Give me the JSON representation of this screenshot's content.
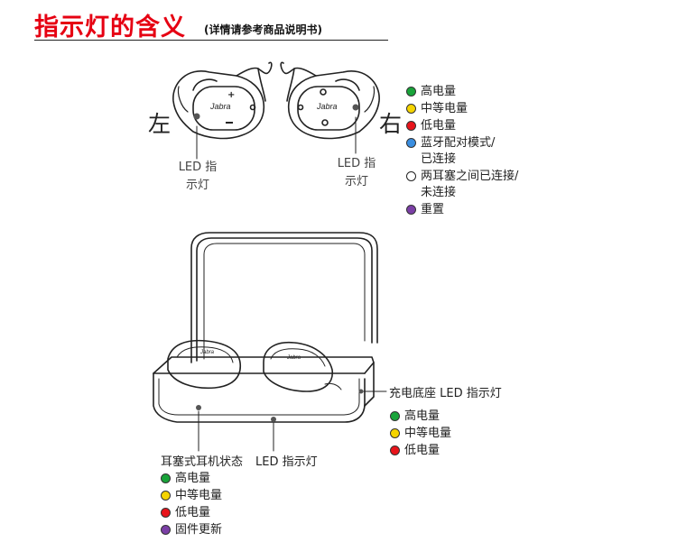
{
  "header": {
    "title": "指示灯的含义",
    "subtitle": "(详情请参考商品说明书)"
  },
  "earbuds": {
    "left_label": "左",
    "right_label": "右",
    "left_led_label": [
      "LED 指",
      "示灯"
    ],
    "right_led_label": [
      "LED 指",
      "示灯"
    ],
    "brand": "Jabra",
    "legend": [
      {
        "color": "#19a43a",
        "lines": [
          "高电量"
        ]
      },
      {
        "color": "#f5d400",
        "lines": [
          "中等电量"
        ]
      },
      {
        "color": "#e8141b",
        "lines": [
          "低电量"
        ]
      },
      {
        "color": "#3a8ee0",
        "lines": [
          "蓝牙配对模式/",
          "已连接"
        ]
      },
      {
        "color": "#ffffff",
        "lines": [
          "两耳塞之间已连接/",
          "未连接"
        ]
      },
      {
        "color": "#7b3fa6",
        "lines": [
          "重置"
        ]
      }
    ]
  },
  "case": {
    "base_led_callout": "充电底座 LED 指示灯",
    "base_legend": [
      {
        "color": "#19a43a",
        "label": "高电量"
      },
      {
        "color": "#f5d400",
        "label": "中等电量"
      },
      {
        "color": "#e8141b",
        "label": "低电量"
      }
    ],
    "status_callout": "耳塞式耳机状态",
    "led_callout": "LED 指示灯",
    "status_legend": [
      {
        "color": "#19a43a",
        "label": "高电量"
      },
      {
        "color": "#f5d400",
        "label": "中等电量"
      },
      {
        "color": "#e8141b",
        "label": "低电量"
      },
      {
        "color": "#7b3fa6",
        "label": "固件更新"
      }
    ]
  }
}
